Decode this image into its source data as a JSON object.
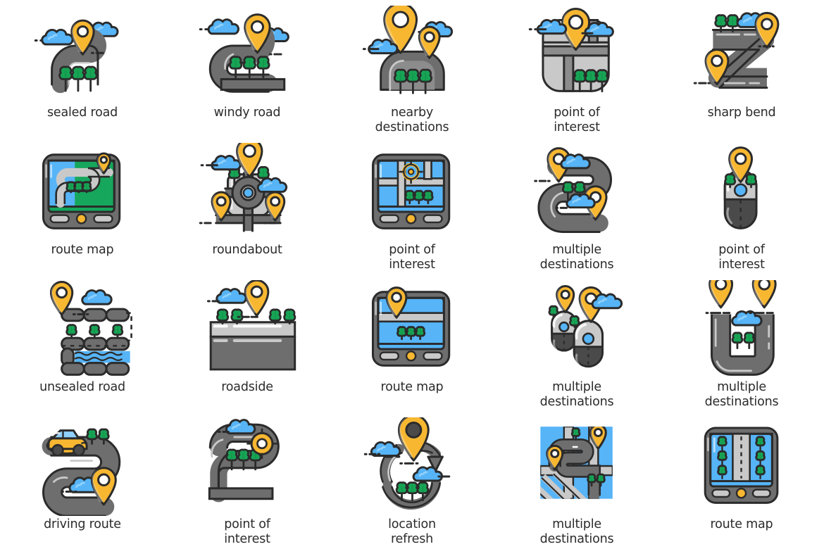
{
  "page": {
    "title": "Road and navigation line icon set",
    "background_color": "#ffffff",
    "columns": 5,
    "rows": 4
  },
  "palette": {
    "yellow": "#F7B731",
    "yellow_dark": "#E8A317",
    "yellow_light": "#FBC75A",
    "gray_road": "#6E6E6E",
    "gray_dark": "#4A4A4A",
    "gray_mid": "#8C8C8C",
    "gray_light": "#C9C9C9",
    "gray_lighter": "#E2E2E2",
    "outline": "#2B2B2B",
    "blue_sky": "#56B4F7",
    "blue_light": "#8FD0FB",
    "green_tree": "#17A455",
    "green_dark": "#0E8B45",
    "green_field": "#16A75C",
    "white": "#FFFFFF",
    "label_color": "#2b2b2b"
  },
  "icons": [
    {
      "id": "sealed-road",
      "label": "sealed road",
      "row": 1,
      "col": 1
    },
    {
      "id": "windy-road",
      "label": "windy road",
      "row": 1,
      "col": 2
    },
    {
      "id": "nearby-destinations",
      "label": "nearby\ndestinations",
      "row": 1,
      "col": 3
    },
    {
      "id": "point-of-interest-1",
      "label": "point of\ninterest",
      "row": 1,
      "col": 4
    },
    {
      "id": "sharp-bend",
      "label": "sharp bend",
      "row": 1,
      "col": 5
    },
    {
      "id": "route-map-1",
      "label": "route map",
      "row": 2,
      "col": 1
    },
    {
      "id": "roundabout",
      "label": "roundabout",
      "row": 2,
      "col": 2
    },
    {
      "id": "point-of-interest-2",
      "label": "point of\ninterest",
      "row": 2,
      "col": 3
    },
    {
      "id": "multiple-destinations-1",
      "label": "multiple\ndestinations",
      "row": 2,
      "col": 4
    },
    {
      "id": "point-of-interest-3",
      "label": "point of\ninterest",
      "row": 2,
      "col": 5
    },
    {
      "id": "unsealed-road",
      "label": "unsealed road",
      "row": 3,
      "col": 1
    },
    {
      "id": "roadside",
      "label": "roadside",
      "row": 3,
      "col": 2
    },
    {
      "id": "route-map-2",
      "label": "route map",
      "row": 3,
      "col": 3
    },
    {
      "id": "multiple-destinations-2",
      "label": "multiple\ndestinations",
      "row": 3,
      "col": 4
    },
    {
      "id": "multiple-destinations-3",
      "label": "multiple\ndestinations",
      "row": 3,
      "col": 5
    },
    {
      "id": "driving-route",
      "label": "driving route",
      "row": 4,
      "col": 1
    },
    {
      "id": "point-of-interest-4",
      "label": "point of\ninterest",
      "row": 4,
      "col": 2
    },
    {
      "id": "location-refresh",
      "label": "location\nrefresh",
      "row": 4,
      "col": 3
    },
    {
      "id": "multiple-destinations-4",
      "label": "multiple\ndestinations",
      "row": 4,
      "col": 4
    },
    {
      "id": "route-map-3",
      "label": "route map",
      "row": 4,
      "col": 5
    }
  ]
}
